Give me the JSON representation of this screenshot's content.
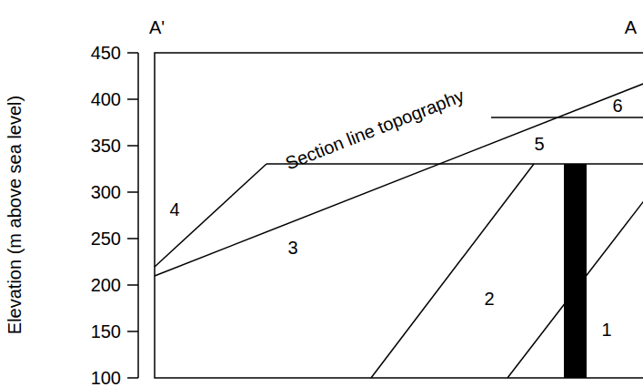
{
  "diagram": {
    "labels": [
      "A'",
      "A",
      "450",
      "400",
      "350",
      "300",
      "250",
      "200",
      "150",
      "100",
      "Elevation (m above sea level)",
      "Section line topography",
      "4",
      "3",
      "2",
      "1",
      "5",
      "6"
    ]
  }
}
